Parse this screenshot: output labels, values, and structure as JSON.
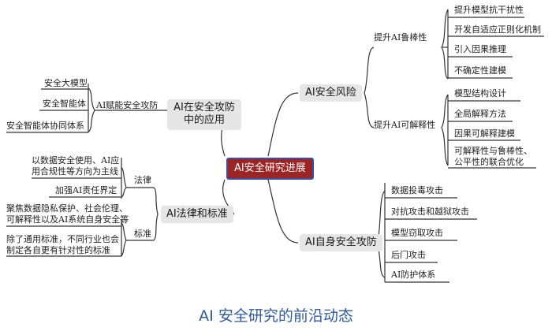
{
  "central": "AI安全研究进展",
  "caption": "AI 安全研究的前沿动态",
  "branches": {
    "risk": {
      "label": "AI安全风险",
      "robust": {
        "label": "提升AI鲁棒性",
        "items": [
          "提升模型抗干扰性",
          "开发自适应正则化机制",
          "引入因果推理",
          "不确定性建模"
        ]
      },
      "explain": {
        "label": "提升AI可解释性",
        "items": [
          "模型结构设计",
          "全局解释方法",
          "因果可解释建模",
          "可解释性与鲁棒性、公平性的联合优化"
        ]
      }
    },
    "self": {
      "label": "AI自身安全攻防",
      "items": [
        "数据投毒攻击",
        "对抗攻击和越狱攻击",
        "模型窃取攻击",
        "后门攻击",
        "AI防护体系"
      ]
    },
    "apply": {
      "label": "AI在安全攻防中的应用",
      "sub": "AI赋能安全攻防",
      "items": [
        "安全大模型",
        "安全智能体",
        "安全智能体协同体系"
      ]
    },
    "law": {
      "label": "AI法律和标准",
      "legal": {
        "label": "法律",
        "items": [
          "以数据安全使用、AI应用合规性等方向为主线",
          "加强AI责任界定"
        ]
      },
      "standard": {
        "label": "标准",
        "items": [
          "聚焦数据隐私保护、社会伦理、可解释性以及AI系统自身安全等",
          "除了通用标准，不同行业也会制定各自更有针对性的标准"
        ]
      }
    }
  }
}
